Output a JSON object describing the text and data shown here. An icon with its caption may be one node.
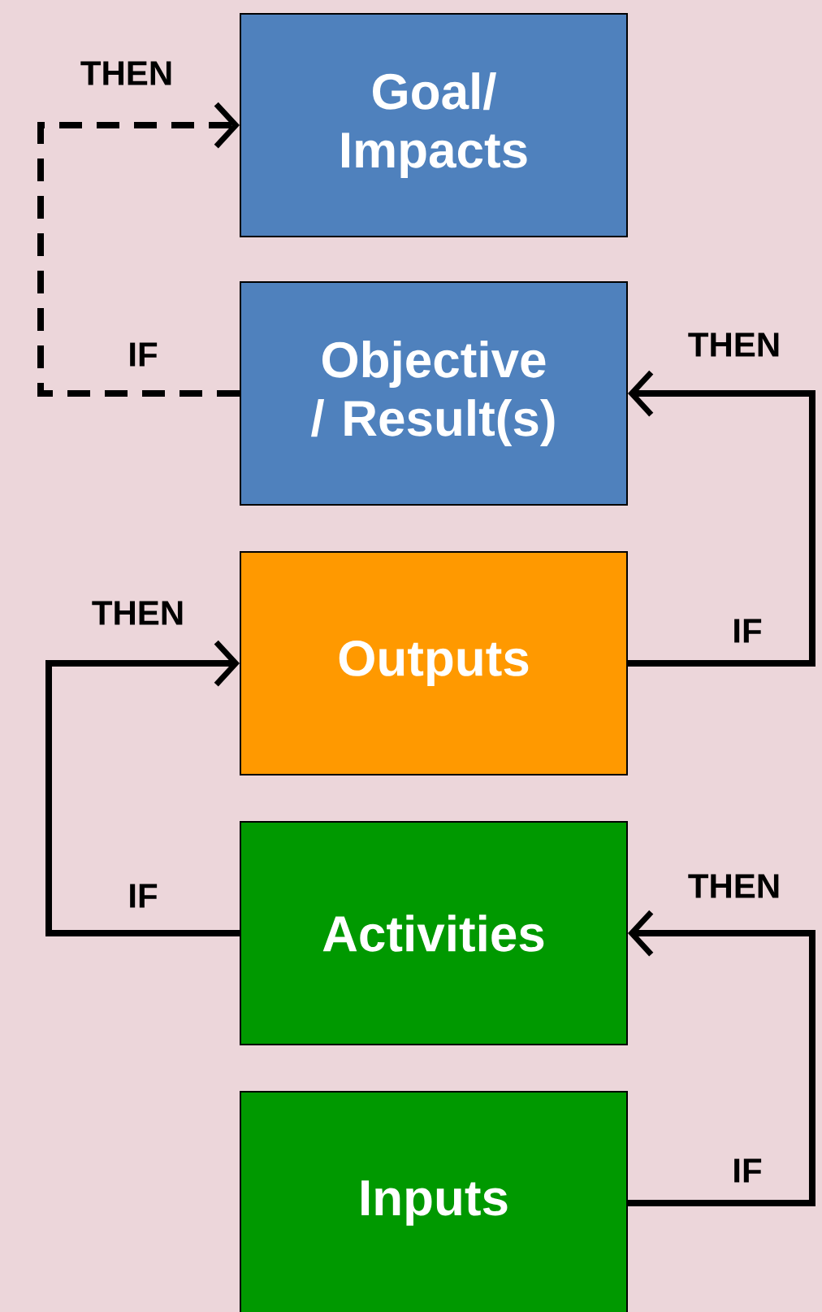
{
  "diagram": {
    "nodes": [
      {
        "text": [
          "Goal/ Impacts"
        ]
      },
      {
        "text": [
          "Objective / Result(s)"
        ]
      },
      {
        "text": [
          "Outputs"
        ]
      },
      {
        "text": [
          "Activities"
        ]
      },
      {
        "text": [
          "Inputs"
        ]
      }
    ],
    "edges": [
      {
        "from": 1,
        "to": 0,
        "arrow": "to",
        "style": "dashed"
      },
      {
        "from": 2,
        "to": 1,
        "arrow": "to"
      },
      {
        "from": 3,
        "to": 2,
        "arrow": "to"
      },
      {
        "from": 4,
        "to": 3,
        "arrow": "to"
      }
    ],
    "labels": [
      "THEN",
      "THEN",
      "IF",
      "THEN",
      "IF",
      "THEN",
      "IF",
      "IF"
    ]
  }
}
